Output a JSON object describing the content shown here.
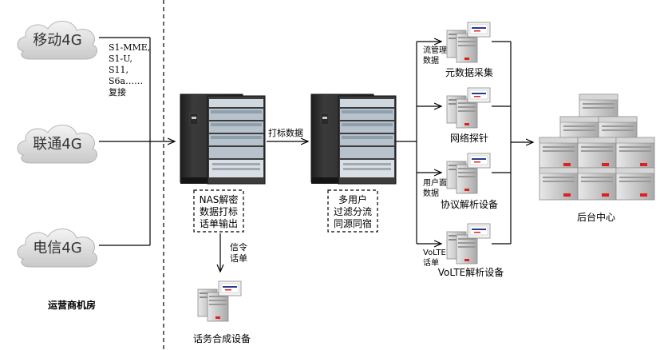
{
  "operators": [
    {
      "label": "移动4G"
    },
    {
      "label": "联通4G"
    },
    {
      "label": "电信4G"
    }
  ],
  "interfaces": [
    "S1-MME,",
    "S1-U,",
    "S11,",
    "S6a……",
    "复接"
  ],
  "operator_room_label": "运营商机房",
  "nas_device": {
    "caption": [
      "NAS解密",
      "数据打标",
      "话单输出"
    ]
  },
  "mark_data_label": "打标数据",
  "filter_device": {
    "caption": [
      "多用户",
      "过滤分流",
      "同源同宿"
    ]
  },
  "signaling_label": [
    "信令",
    "话单"
  ],
  "bill_device_label": "话务合成设备",
  "servers": [
    {
      "side_label": [
        "流管理",
        "数据"
      ],
      "label": "元数据采集"
    },
    {
      "side_label": [],
      "label": "网络探针"
    },
    {
      "side_label": [
        "用户面",
        "数据"
      ],
      "label": "协议解析设备"
    },
    {
      "side_label": [
        "VoLTE",
        "话单"
      ],
      "label": "VoLTE解析设备"
    }
  ],
  "backend_label": "后台中心",
  "colors": {
    "line": "#000000",
    "server_body": "#bdbdbd",
    "server_red": "#e02020",
    "screen_blue": "#2b3a8c",
    "cloud": "#d9d9d9"
  }
}
